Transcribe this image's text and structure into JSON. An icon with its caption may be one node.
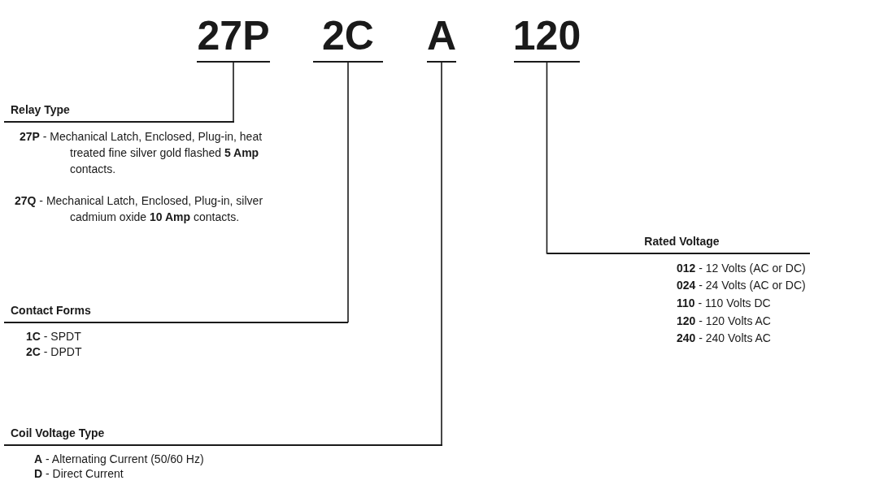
{
  "diagram": {
    "nodes": [
      {
        "text": [
          "27P"
        ]
      },
      {
        "text": [
          "2C"
        ]
      },
      {
        "text": [
          "A"
        ]
      },
      {
        "text": [
          "120"
        ]
      },
      {
        "text": [
          "Relay Type"
        ]
      },
      {
        "text": [
          "Contact Forms"
        ]
      },
      {
        "text": [
          "Coil Voltage Type"
        ]
      },
      {
        "text": [
          "Rated Voltage"
        ]
      }
    ],
    "edges": [
      {
        "from": 0,
        "to": 4,
        "arrow": "none"
      },
      {
        "from": 1,
        "to": 5,
        "arrow": "none"
      },
      {
        "from": 2,
        "to": 6,
        "arrow": "none"
      },
      {
        "from": 3,
        "to": 7,
        "arrow": "none"
      }
    ],
    "labels": [
      "**27P** - Mechanical Latch, Enclosed, Plug-in, heat treated fine silver gold flashed **5 Amp** contacts.",
      "**27Q** - Mechanical Latch, Enclosed, Plug-in, silver cadmium oxide **10 Amp** contacts.",
      "**1C** - SPDT",
      "**2C** - DPDT",
      "**A** - Alternating Current (50/60 Hz)",
      "**D** - Direct Current",
      "**012** - 12 Volts (AC or DC)",
      "**024** - 24 Volts (AC or DC)",
      "**110** - 110 Volts DC",
      "**120** - 120 Volts AC",
      "**240** - 240 Volts AC"
    ]
  }
}
